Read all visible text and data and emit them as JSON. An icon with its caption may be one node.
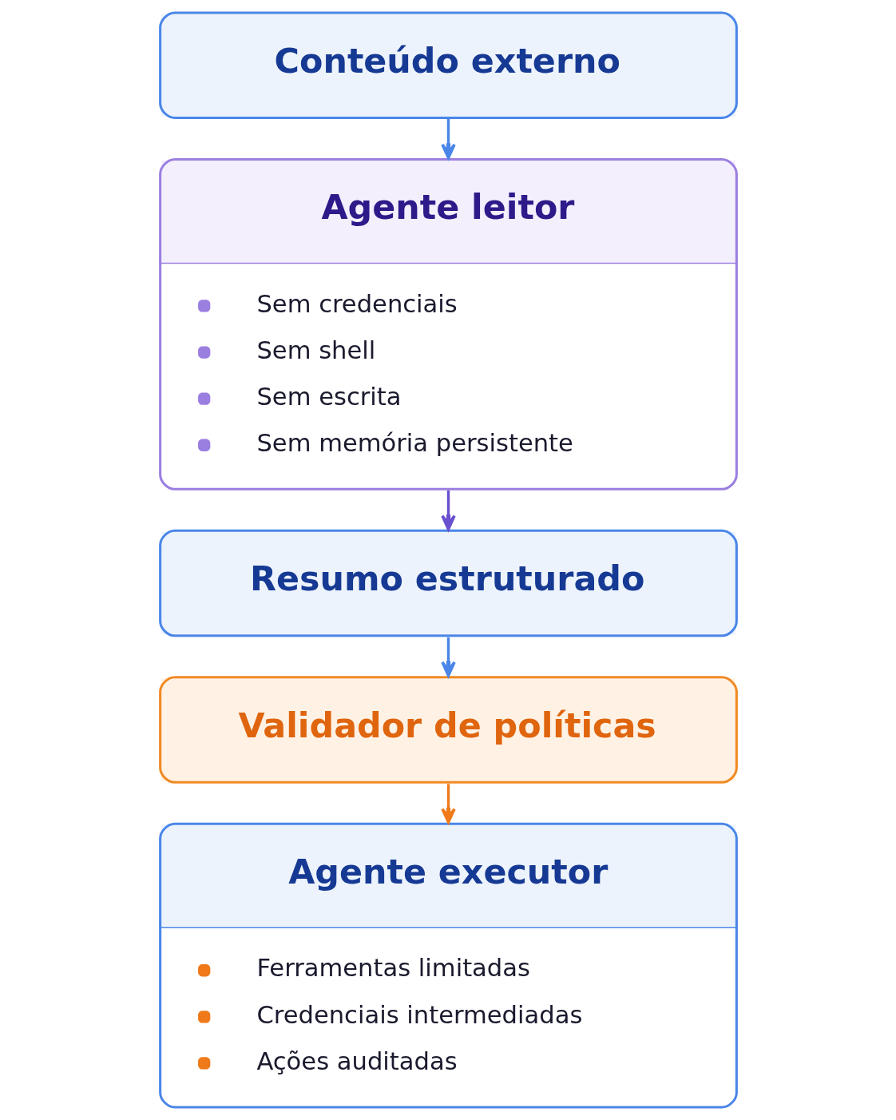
{
  "diagram": {
    "nodes": [
      {
        "text": [
          "Conteúdo externo"
        ]
      },
      {
        "text": [
          "Agente leitor",
          "Sem credenciais",
          "Sem shell",
          "Sem escrita",
          "Sem memória persistente"
        ]
      },
      {
        "text": [
          "Resumo estruturado"
        ]
      },
      {
        "text": [
          "Validador de políticas"
        ]
      },
      {
        "text": [
          "Agente executor",
          "Ferramentas limitadas",
          "Credenciais intermediadas",
          "Ações auditadas"
        ]
      }
    ],
    "edges": [
      {
        "from": 0,
        "to": 1,
        "arrow": "to"
      },
      {
        "from": 1,
        "to": 2,
        "arrow": "to",
        "color": "#6a4fd0"
      },
      {
        "from": 2,
        "to": 3,
        "arrow": "to"
      },
      {
        "from": 3,
        "to": 4,
        "arrow": "to",
        "color": "#f07a1a"
      }
    ]
  }
}
